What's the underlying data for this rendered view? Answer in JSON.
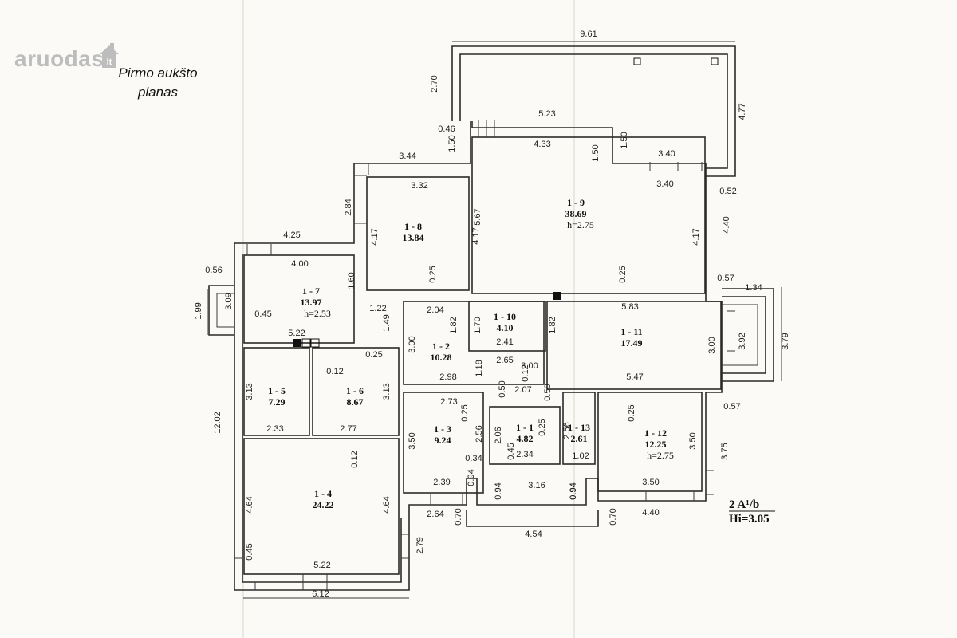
{
  "logo": {
    "text": "aruodas",
    "tld": "lt"
  },
  "caption": {
    "line1": "Pirmo aukšto",
    "line2": "planas"
  },
  "stamp": {
    "line1": "2 A¹/b",
    "line2": "Hi=3.05"
  },
  "rooms": [
    {
      "id": "1 - 1",
      "area": "4.82",
      "height": ""
    },
    {
      "id": "1 - 2",
      "area": "10.28",
      "height": ""
    },
    {
      "id": "1 - 3",
      "area": "9.24",
      "height": ""
    },
    {
      "id": "1 - 4",
      "area": "24.22",
      "height": ""
    },
    {
      "id": "1 - 5",
      "area": "7.29",
      "height": ""
    },
    {
      "id": "1 - 6",
      "area": "8.67",
      "height": ""
    },
    {
      "id": "1 - 7",
      "area": "13.97",
      "height": "h=2.53"
    },
    {
      "id": "1 - 8",
      "area": "13.84",
      "height": ""
    },
    {
      "id": "1 - 9",
      "area": "38.69",
      "height": "h=2.75"
    },
    {
      "id": "1 - 10",
      "area": "4.10",
      "height": ""
    },
    {
      "id": "1 - 11",
      "area": "17.49",
      "height": ""
    },
    {
      "id": "1 - 12",
      "area": "12.25",
      "height": "h=2.75"
    },
    {
      "id": "1 - 13",
      "area": "2.61",
      "height": ""
    }
  ],
  "dimensions": [
    "9.61",
    "2.70",
    "4.77",
    "5.23",
    "0.46",
    "1.50",
    "4.33",
    "1.50",
    "1.50",
    "3.40",
    "3.44",
    "3.32",
    "3.40",
    "0.52",
    "2.84",
    "5.67",
    "4.17",
    "4.17",
    "4.40",
    "4.25",
    "4.00",
    "4.17",
    "1.60",
    "0.25",
    "0.25",
    "0.57",
    "1.34",
    "0.56",
    "3.09",
    "1.99",
    "0.45",
    "1.22",
    "1.49",
    "2.04",
    "1.82",
    "1.70",
    "1.82",
    "5.83",
    "3.00",
    "3.92",
    "3.79",
    "5.22",
    "0.25",
    "3.00",
    "2.41",
    "2.65",
    "3.00",
    "0.12",
    "1.18",
    "0.12",
    "2.98",
    "2.07",
    "5.47",
    "3.13",
    "3.13",
    "2.73",
    "0.50",
    "0.50",
    "0.25",
    "0.57",
    "0.25",
    "2.56",
    "2.06",
    "0.25",
    "2.56",
    "3.50",
    "3.50",
    "3.75",
    "12.02",
    "2.33",
    "2.77",
    "0.34",
    "0.45",
    "2.34",
    "1.02",
    "0.12",
    "2.39",
    "0.94",
    "3.16",
    "0.94",
    "3.50",
    "4.64",
    "4.64",
    "0.94",
    "0.94",
    "2.64",
    "0.70",
    "0.70",
    "4.40",
    "4.54",
    "0.45",
    "2.79",
    "5.22",
    "6.12"
  ]
}
